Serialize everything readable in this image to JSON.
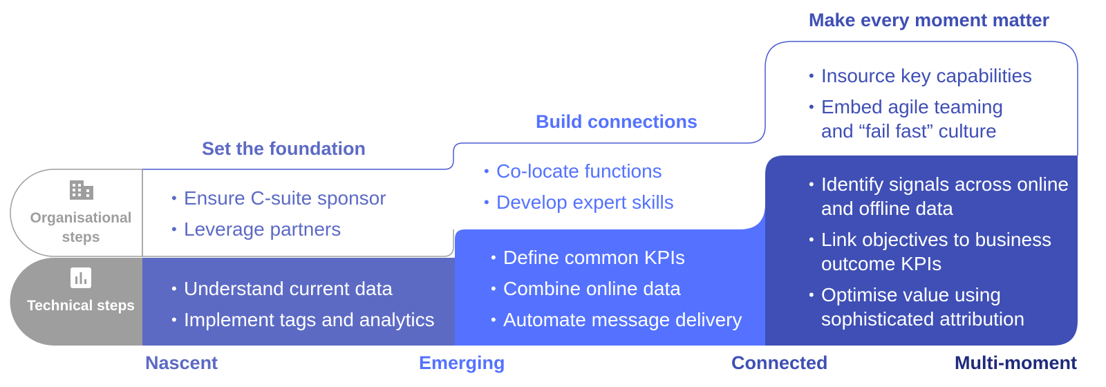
{
  "colors": {
    "outline": "#4a5bd0",
    "nascent_fill": "#5c6ac4",
    "emerging_fill": "#5472ff",
    "multimoment_fill": "#3f4fb5",
    "grey_outline": "#9e9e9e",
    "grey_fill": "#9e9e9e"
  },
  "rows": {
    "organisational": {
      "label": "Organisational steps",
      "icon": "building-icon"
    },
    "technical": {
      "label": "Technical steps",
      "icon": "bar-chart-icon"
    }
  },
  "columns": [
    {
      "heading": "Set the foundation",
      "stage": "Nascent",
      "organisational": [
        "Ensure C-suite sponsor",
        "Leverage partners"
      ],
      "technical": [
        "Understand current data",
        "Implement tags and analytics"
      ]
    },
    {
      "heading": "Build connections",
      "stage": "Emerging",
      "organisational": [
        "Co-locate functions",
        "Develop expert skills"
      ],
      "technical": [
        "Define common KPIs",
        "Combine online data",
        "Automate message delivery"
      ]
    },
    {
      "heading": "Make every moment matter",
      "stage": "Connected",
      "organisational": [
        "Insource key capabilities",
        "Embed agile teaming and “fail fast” culture"
      ],
      "technical": [
        "Identify signals across online and offline data",
        "Link objectives to business outcome KPIs",
        "Optimise value using sophisticated attribution"
      ]
    }
  ],
  "final_stage": "Multi-moment"
}
